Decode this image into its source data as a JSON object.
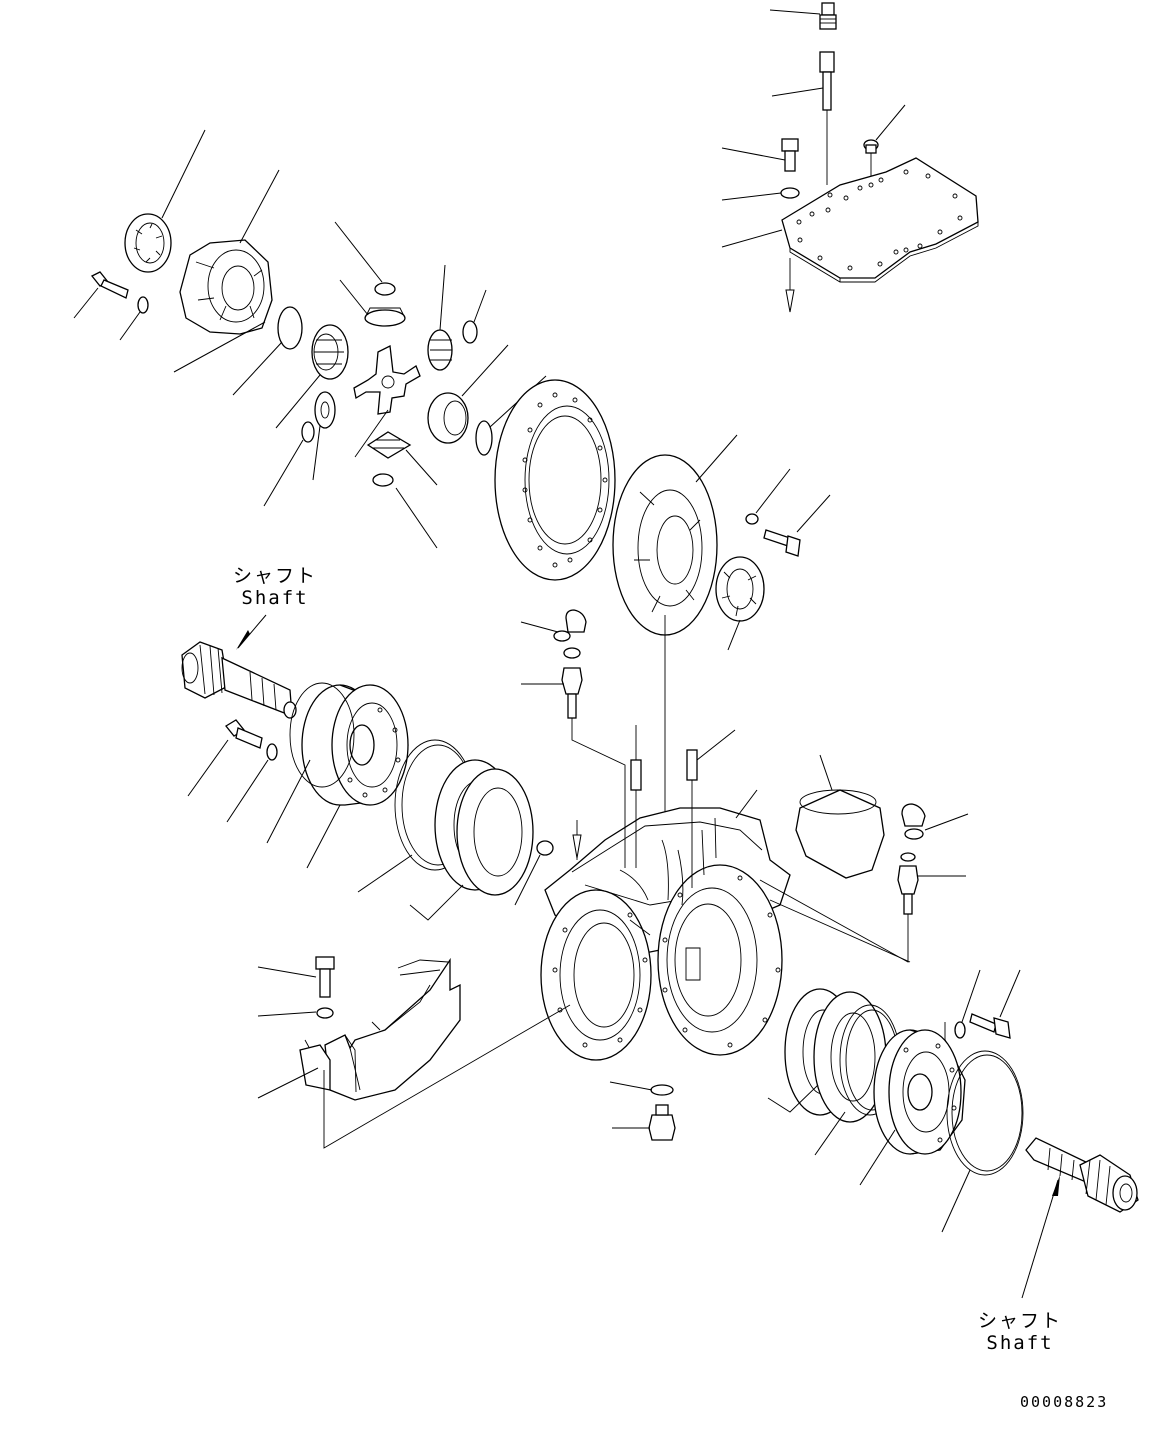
{
  "labels": {
    "shaft_left": {
      "jp": "シャフト",
      "en": "Shaft"
    },
    "shaft_right": {
      "jp": "シャフト",
      "en": "Shaft"
    }
  },
  "drawing_number": "00008823"
}
